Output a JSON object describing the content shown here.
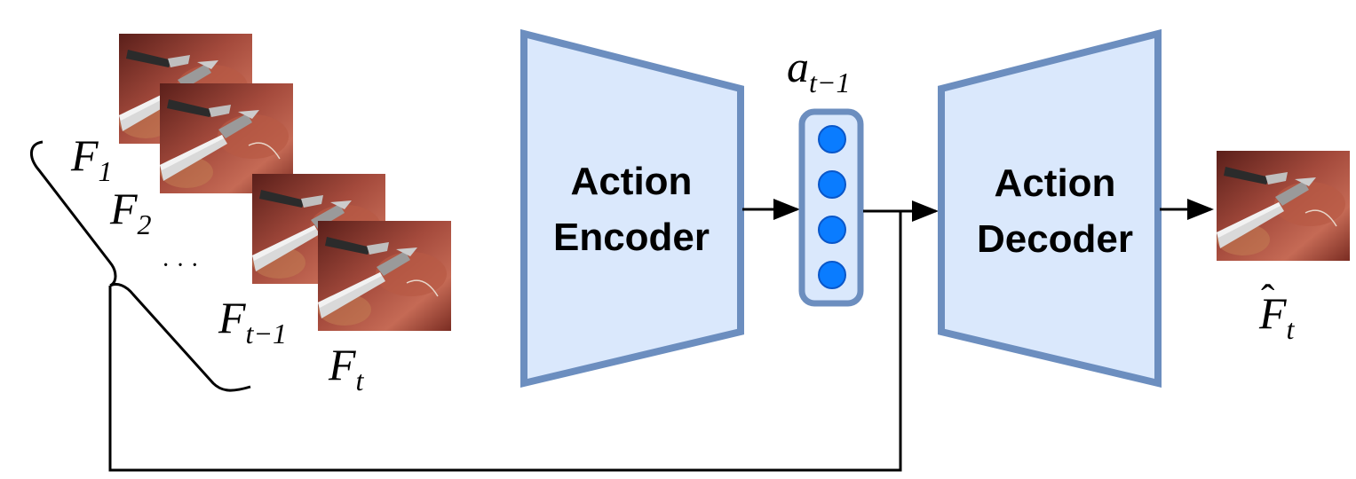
{
  "encoder": {
    "line1": "Action",
    "line2": "Encoder"
  },
  "decoder": {
    "line1": "Action",
    "line2": "Decoder"
  },
  "latent": {
    "label_base": "a",
    "label_sub": "t−1",
    "dots": 4
  },
  "frames": [
    {
      "base": "F",
      "sub": "1"
    },
    {
      "base": "F",
      "sub": "2"
    },
    {
      "base": "F",
      "sub": "t−1"
    },
    {
      "base": "F",
      "sub": "t"
    }
  ],
  "ellipsis": "· · ·",
  "output": {
    "hat": "ˆ",
    "base": "F",
    "sub": "t"
  },
  "colors": {
    "block_fill": "#dae8fc",
    "block_stroke": "#6c8ebf",
    "dot_fill": "#0a7cff",
    "dot_stroke": "#0a57c9"
  }
}
